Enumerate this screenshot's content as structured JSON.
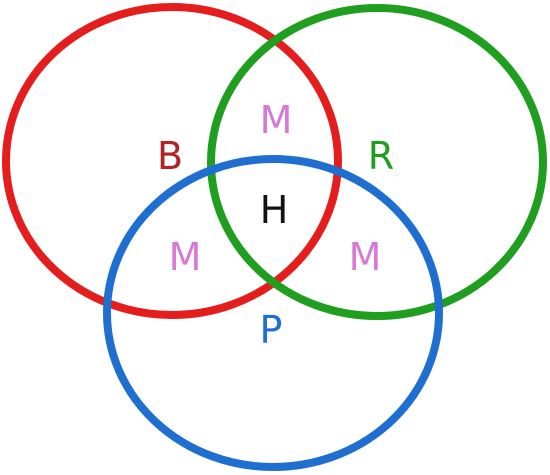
{
  "diagram": {
    "type": "venn",
    "sets": [
      {
        "label": "B",
        "color": "#e41d1d"
      },
      {
        "label": "R",
        "color": "#1f9e1f"
      },
      {
        "label": "P",
        "color": "#1f6fd0"
      }
    ],
    "regions": {
      "b_r": {
        "label": "M",
        "color": "#d879d8"
      },
      "b_p": {
        "label": "M",
        "color": "#d879d8"
      },
      "r_p": {
        "label": "M",
        "color": "#d879d8"
      },
      "center": {
        "label": "H",
        "color": "#111111"
      }
    }
  }
}
